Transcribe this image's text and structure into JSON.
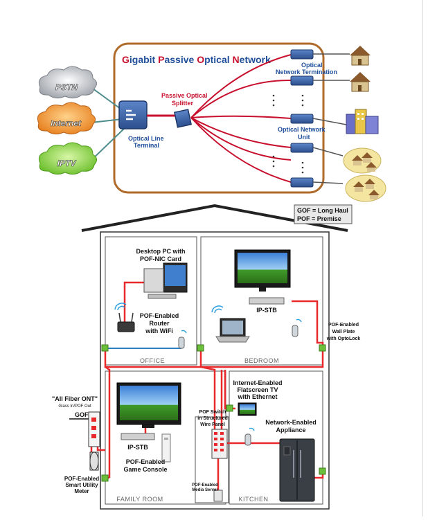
{
  "gpon": {
    "title_letters": [
      {
        "initial": "G",
        "rest": "igabit "
      },
      {
        "initial": "P",
        "rest": "assive "
      },
      {
        "initial": "O",
        "rest": "ptical "
      },
      {
        "initial": "N",
        "rest": "etwork"
      }
    ],
    "clouds": [
      "PSTN",
      "Internet",
      "IPTV"
    ],
    "olt_label": [
      "Optical Line",
      "Terminal"
    ],
    "splitter_label": [
      "Passive Optical",
      "Splitter"
    ],
    "ont_label": [
      "Optical",
      "Network Termination"
    ],
    "onu_label": [
      "Optical Network",
      "Unit"
    ],
    "colors": {
      "accent_red": "#c8102e",
      "label_blue": "#1f4e9a",
      "border_brown": "#b06a2a"
    }
  },
  "house": {
    "legend": [
      "GOF = Long Haul",
      "POF = Premise"
    ],
    "rooms": {
      "office": "OFFICE",
      "bedroom": "BEDROOM",
      "family_room": "FAMILY ROOM",
      "kitchen": "KITCHEN"
    },
    "labels": {
      "desktop": [
        "Desktop PC with",
        "POF-NIC Card"
      ],
      "router": [
        "POF-Enabled",
        "Router",
        "with WiFi"
      ],
      "ip_stb_bedroom": "IP-STB",
      "wall_plate": [
        "POF-Enabled",
        "Wall Plate",
        "with OptoLock"
      ],
      "ont_heading": [
        "\"All Fiber ONT\""
      ],
      "ont_sub": "Glass In/POF Out",
      "gof": "GOF",
      "meter": [
        "POF-Enabled",
        "Smart Utility",
        "Meter"
      ],
      "ip_stb_family": "IP-STB",
      "game_console": [
        "POF-Enabled",
        "Game Console"
      ],
      "internet_tv": [
        "Internet-Enabled",
        "Flatscreen TV",
        "with Ethernet"
      ],
      "pof_switch": [
        "POF Switch",
        "in Structured",
        "Wire Panel"
      ],
      "media_server": [
        "POF-Enabled",
        "Media Server"
      ],
      "appliance": [
        "Network-Enabled",
        "Appliance"
      ]
    },
    "colors": {
      "pof_red": "#e8282b",
      "lan_blue": "#2b7fc0",
      "jack_green": "#6cbf3a"
    }
  }
}
